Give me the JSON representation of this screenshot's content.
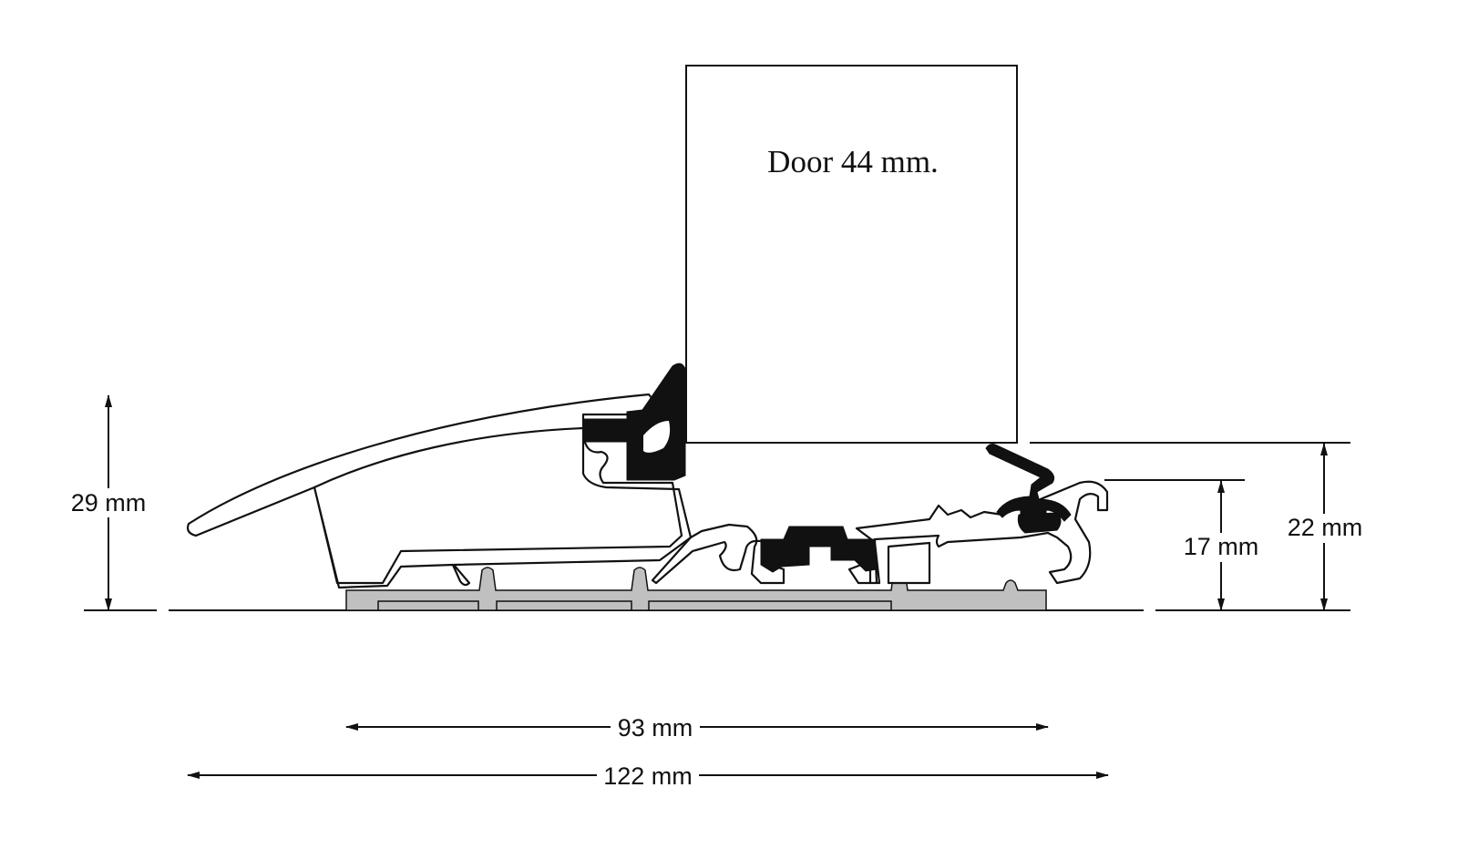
{
  "door": {
    "label": "Door 44 mm."
  },
  "dimensions": {
    "height_total": "29 mm",
    "height_door_gap": "22 mm",
    "height_sill": "17 mm",
    "width_base": "93 mm",
    "width_total": "122 mm"
  },
  "colors": {
    "line": "#111111",
    "base_profile": "#c0c0c0",
    "seal": "#111111"
  }
}
